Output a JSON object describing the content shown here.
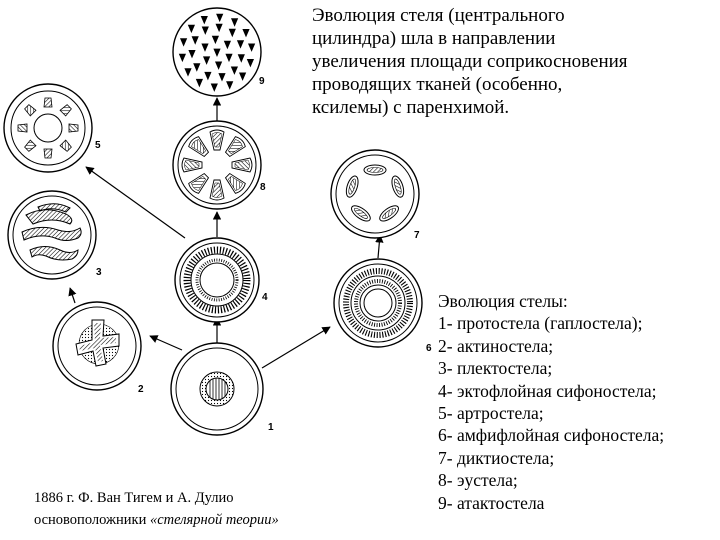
{
  "title": "Эволюция стеля (центрального\nцилиндра) шла в направлении\nувеличения площади соприкосновения\nпроводящих тканей (особенно,\nксилемы) с паренхимой.",
  "legend": {
    "heading": "Эволюция стелы:",
    "items": [
      "1- протостела (гаплостела);",
      "2- актиностела;",
      "3- плектостела;",
      "4- эктофлойная сифоностела;",
      "5- артростела;",
      "6- амфифлойная сифоностела;",
      "7- диктиостела;",
      "8- эустела;",
      "9- атактостела"
    ]
  },
  "credit": {
    "line1": "1886 г. Ф. Ван Тигем и А. Дулио",
    "line2_prefix": "основоположники ",
    "line2_italic": "«стелярной теории»"
  },
  "figure_labels": [
    "1",
    "2",
    "3",
    "4",
    "5",
    "6",
    "7",
    "8",
    "9"
  ],
  "colors": {
    "ink": "#000000",
    "background": "#ffffff"
  }
}
